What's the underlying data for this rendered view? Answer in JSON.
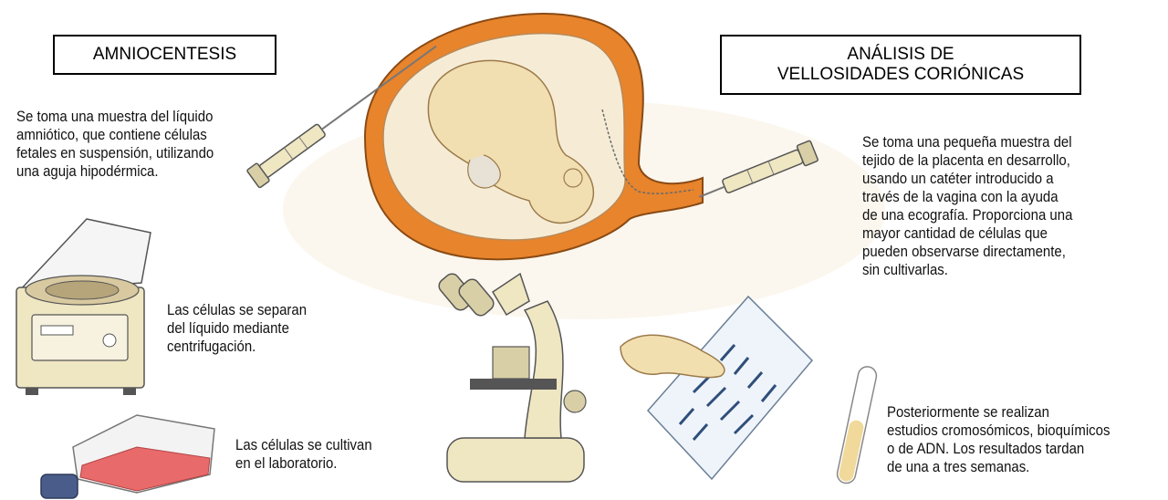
{
  "amnio": {
    "title": "AMNIOCENTESIS",
    "lines": [
      "Se toma una muestra del líquido",
      "amniótico, que contiene células",
      "fetales en suspensión, utilizando",
      "una aguja hipodérmica."
    ]
  },
  "vellosidades": {
    "title_line1": "ANÁLISIS DE",
    "title_line2": "VELLOSIDADES CORIÓNICAS",
    "lines": [
      "Se toma una pequeña muestra del",
      "tejido de la placenta en desarrollo,",
      "usando un catéter introducido a",
      "través de la vagina con la ayuda",
      "de una ecografía. Proporciona una",
      "mayor cantidad de células que",
      "pueden observarse directamente,",
      "sin cultivarlas."
    ]
  },
  "centrifuga": {
    "lines": [
      "Las células se separan",
      "del líquido mediante",
      "centrifugación."
    ]
  },
  "cultivo": {
    "lines": [
      "Las células se cultivan",
      "en el laboratorio."
    ]
  },
  "estudios": {
    "lines": [
      "Posteriormente se realizan",
      "estudios cromosómicos, bioquímicos",
      "o de ADN. Los resultados tardan",
      "de una a tres semanas."
    ]
  },
  "colors": {
    "uterus": "#e8842c",
    "fetus": "#f1dfb2",
    "fluid": "#f6ecd6",
    "culture_media": "#e96a6a",
    "instrument": "#efe6c2"
  }
}
